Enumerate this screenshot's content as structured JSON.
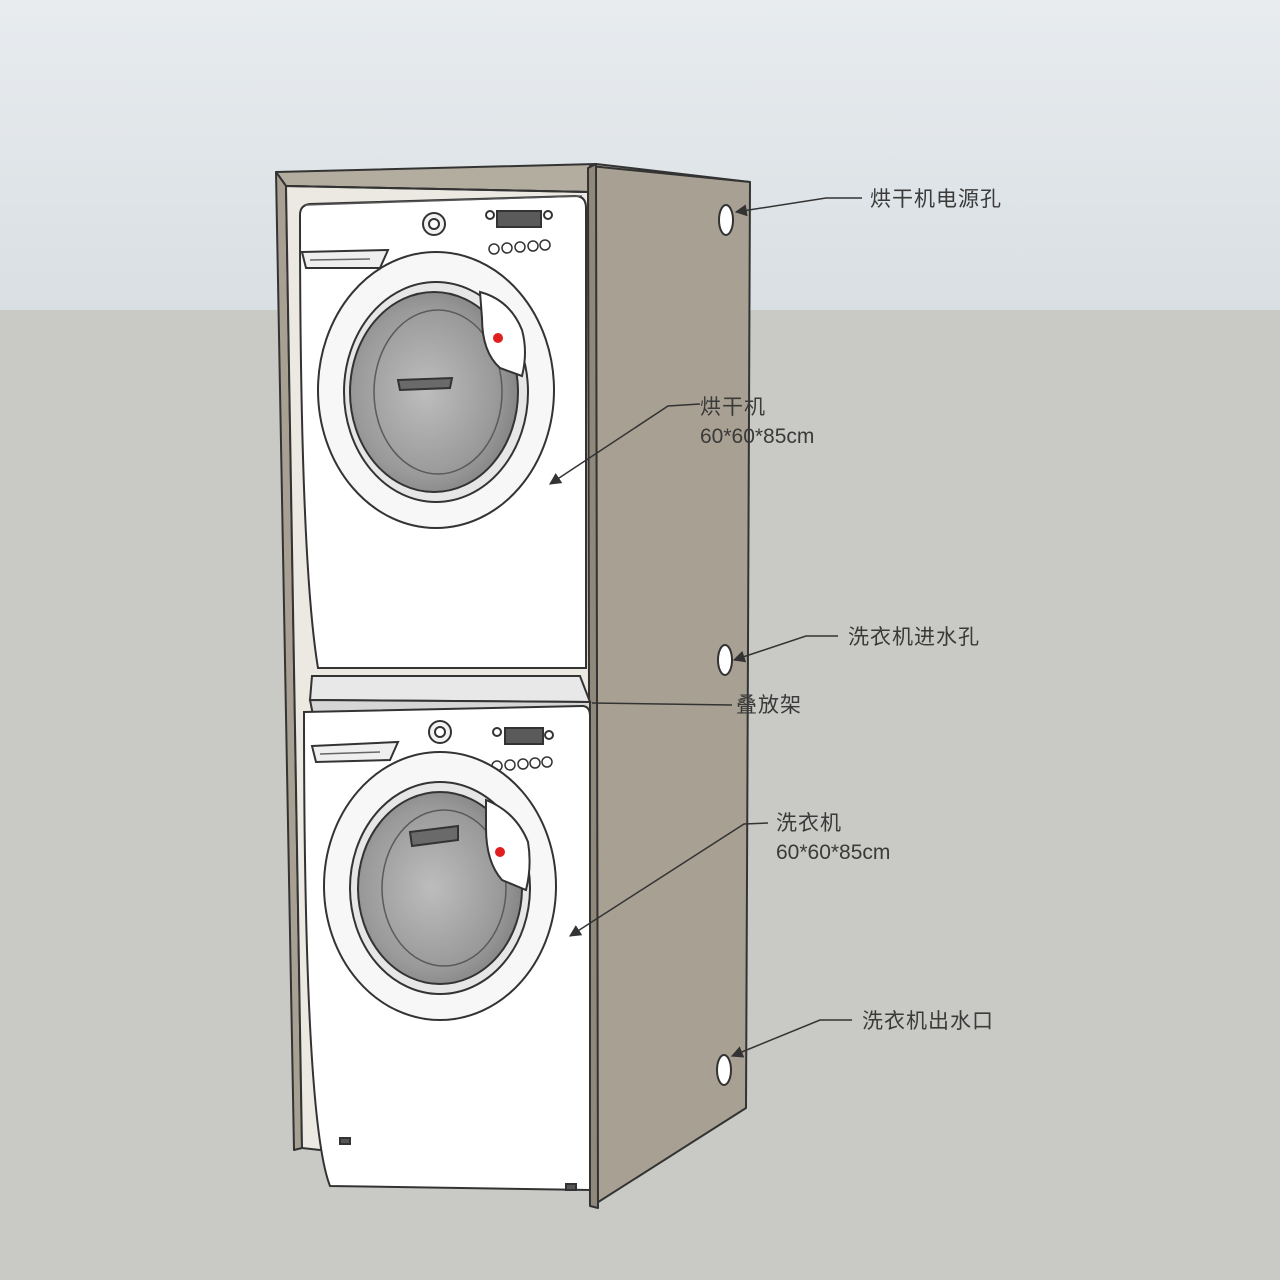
{
  "labels": {
    "dryer_power_hole": "烘干机电源孔",
    "dryer": "烘干机",
    "dryer_size": "60*60*85cm",
    "washer_inlet_hole": "洗衣机进水孔",
    "stacking_rack": "叠放架",
    "washer": "洗衣机",
    "washer_size": "60*60*85cm",
    "washer_outlet": "洗衣机出水口"
  },
  "colors": {
    "sky_top": "#e8ecef",
    "sky_bottom": "#d9dfe3",
    "ground": "#c9c9c6",
    "cabinet": "#a8a193",
    "cabinet_dark": "#8f887b",
    "appliance": "#ffffff",
    "indicator": "#e01e1e"
  }
}
